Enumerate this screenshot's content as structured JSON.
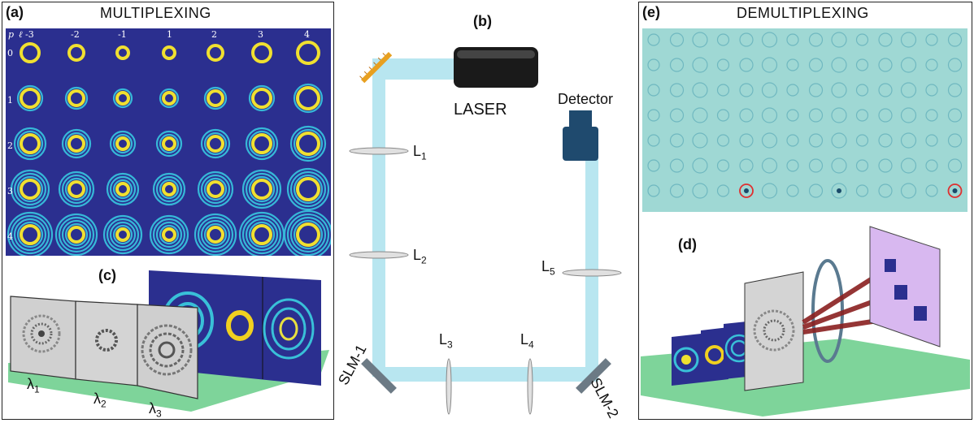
{
  "panel_a": {
    "label": "(a)",
    "title": "MULTIPLEXING",
    "p_label": "p",
    "l_label": "ℓ",
    "l_values": [
      "-3",
      "-2",
      "-1",
      "1",
      "2",
      "3",
      "4"
    ],
    "p_values": [
      "0",
      "1",
      "2",
      "3",
      "4"
    ]
  },
  "panel_b": {
    "label": "(b)",
    "laser": "LASER",
    "detector": "Detector",
    "lenses": [
      {
        "base": "L",
        "sub": "1"
      },
      {
        "base": "L",
        "sub": "2"
      },
      {
        "base": "L",
        "sub": "3"
      },
      {
        "base": "L",
        "sub": "4"
      },
      {
        "base": "L",
        "sub": "5"
      }
    ],
    "slm1": "SLM-1",
    "slm2": "SLM-2"
  },
  "panel_c": {
    "label": "(c)",
    "wavelengths": [
      {
        "base": "λ",
        "sub": "1"
      },
      {
        "base": "λ",
        "sub": "2"
      },
      {
        "base": "λ",
        "sub": "3"
      }
    ]
  },
  "panel_d": {
    "label": "(d)"
  },
  "panel_e": {
    "label": "(e)",
    "title": "DEMULTIPLEXING"
  },
  "colors": {
    "beam": "#b8e6f0",
    "mode_bg": "#2b2f8f",
    "demux_bg": "#9fd8d4",
    "floor": "#7ed49a",
    "highlight": "#e03030"
  }
}
